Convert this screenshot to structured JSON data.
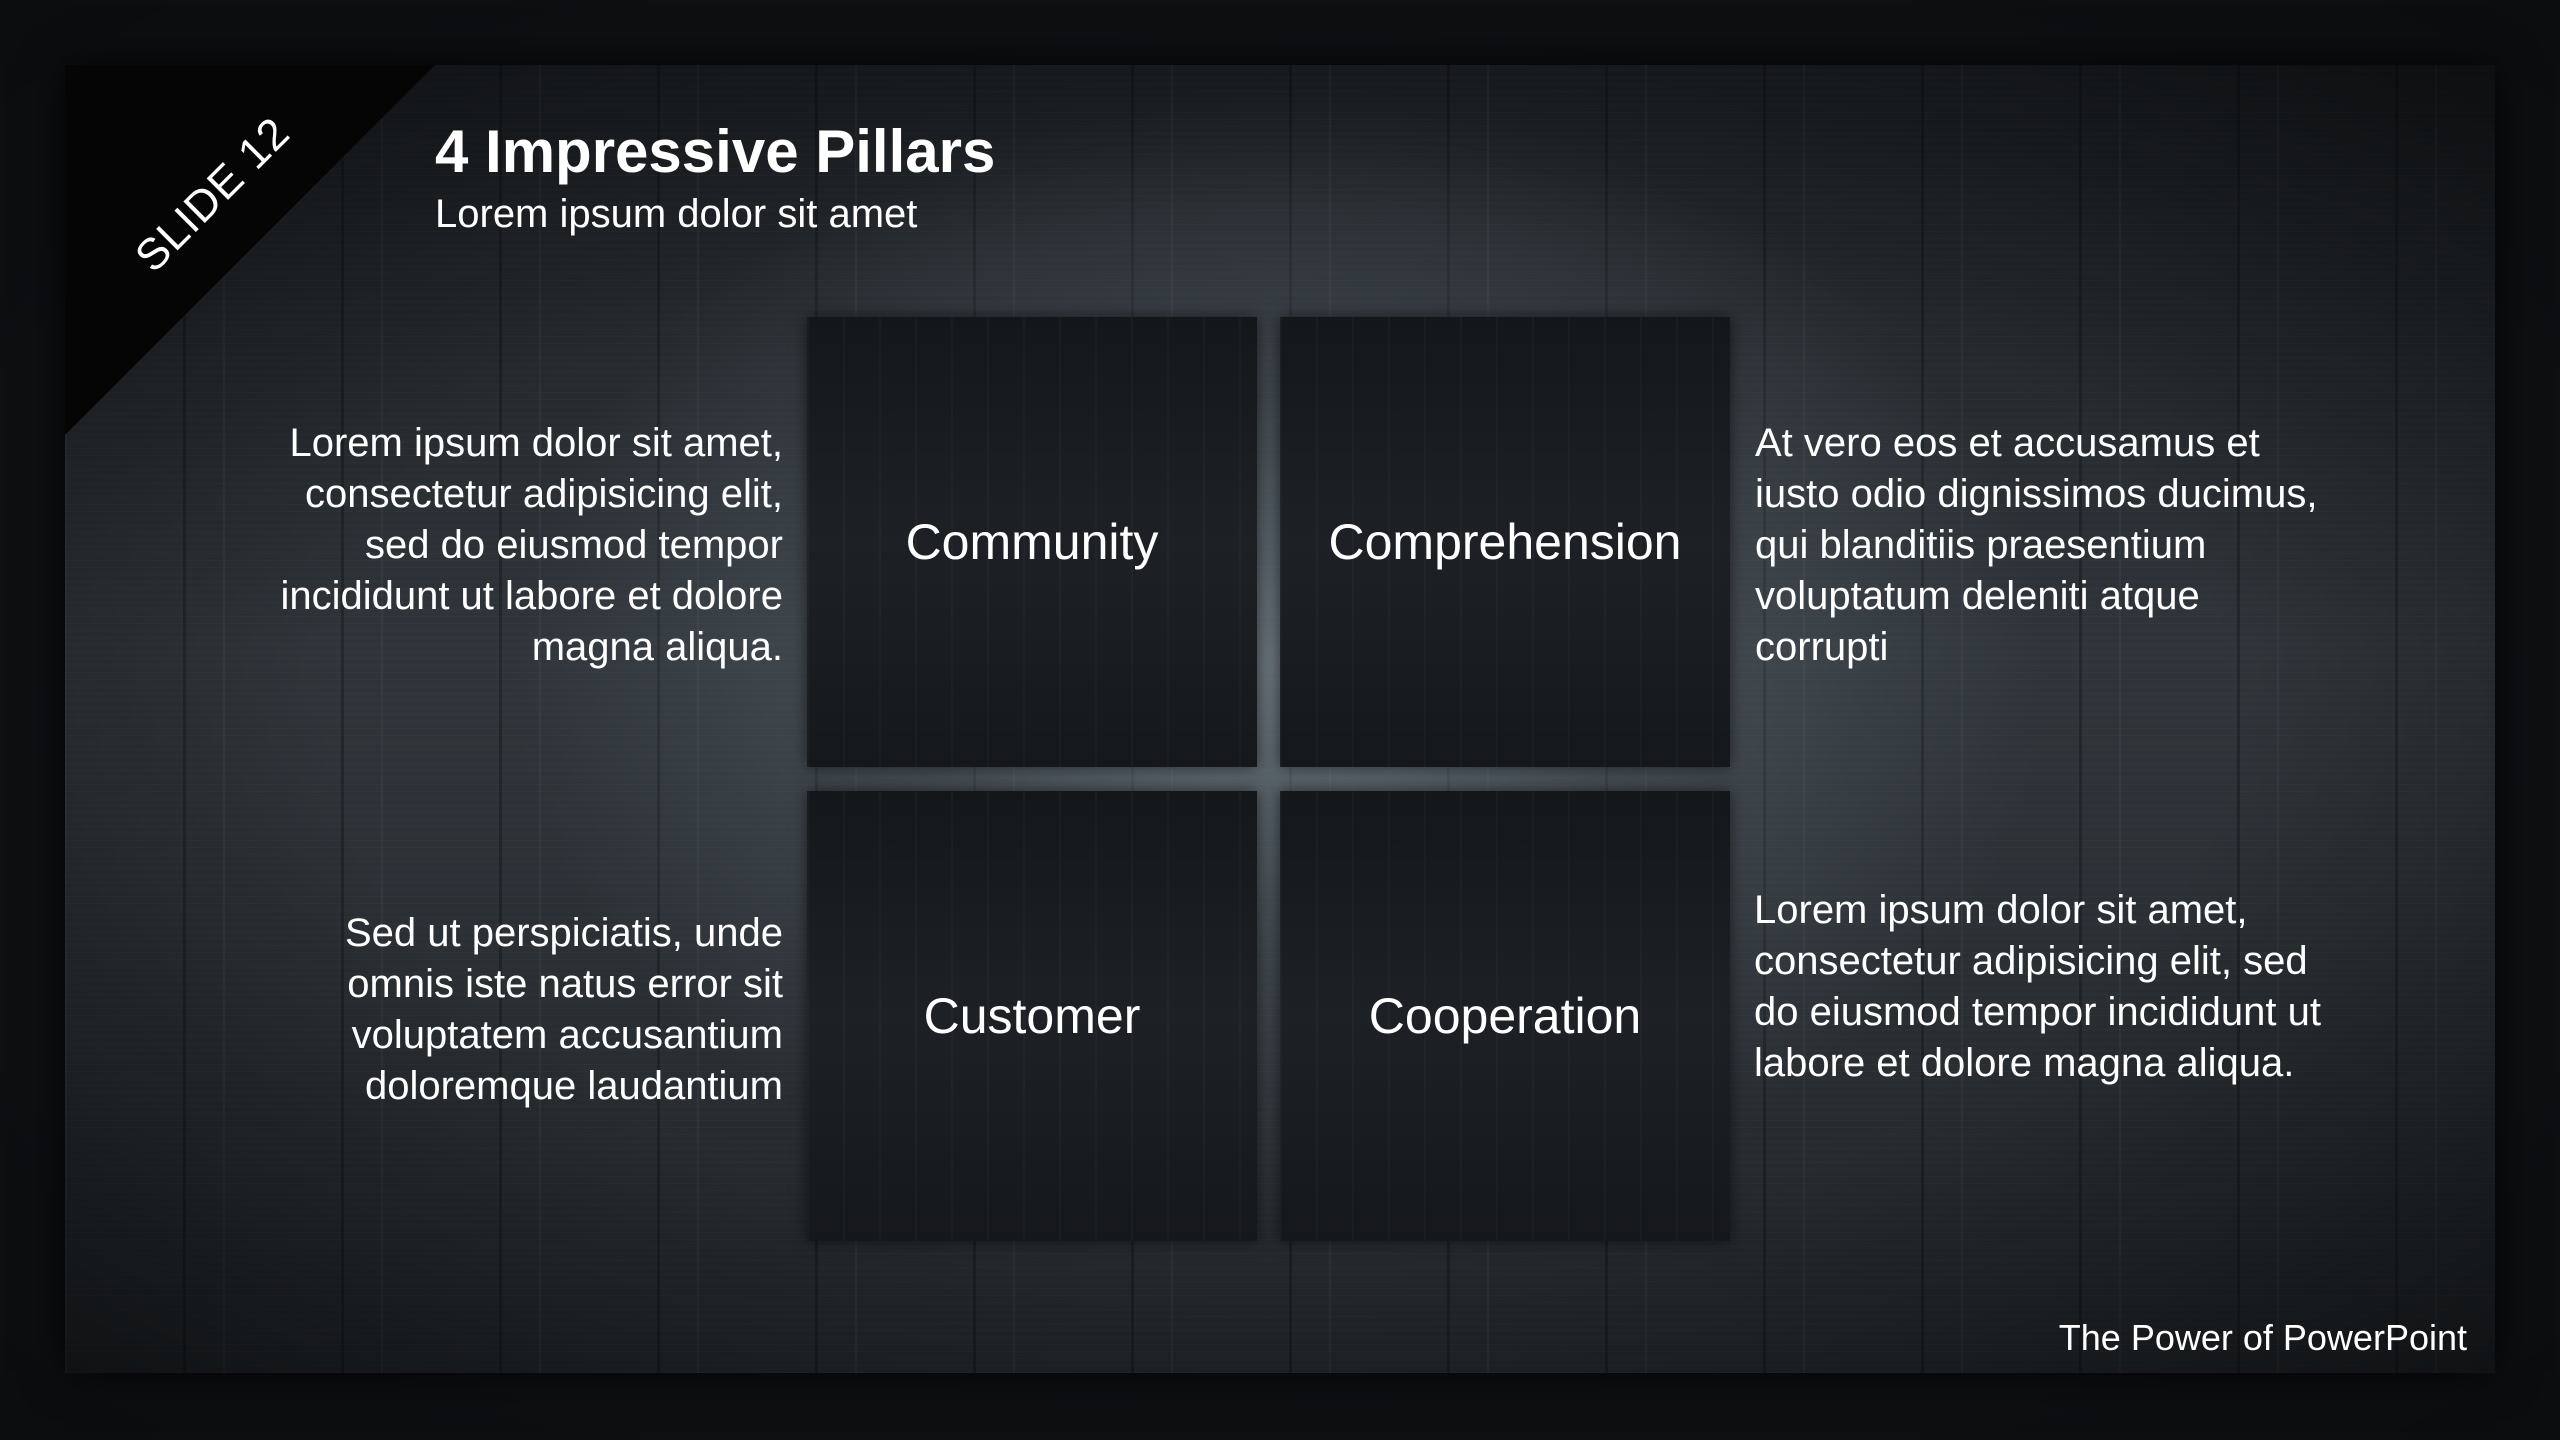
{
  "slide": {
    "number_label": "SLIDE 12",
    "title": "4 Impressive Pillars",
    "subtitle": "Lorem ipsum dolor sit amet",
    "footer": "The Power of PowerPoint"
  },
  "pillars": [
    {
      "label": "Community"
    },
    {
      "label": "Comprehension"
    },
    {
      "label": "Customer"
    },
    {
      "label": "Cooperation"
    }
  ],
  "descriptions": {
    "top_left": "Lorem ipsum dolor sit amet, consectetur adipisicing elit, sed do eiusmod tempor incididunt ut labore et dolore magna aliqua.",
    "top_right": "At vero eos et accusamus et iusto odio dignissimos ducimus, qui blanditiis praesentium voluptatum deleniti atque corrupti",
    "bottom_left": "Sed ut perspiciatis, unde omnis iste natus error sit voluptatem accusantium doloremque laudantium",
    "bottom_right": "Lorem ipsum dolor sit amet, consectetur adipisicing elit, sed do eiusmod tempor incididunt ut labore et dolore magna aliqua."
  }
}
